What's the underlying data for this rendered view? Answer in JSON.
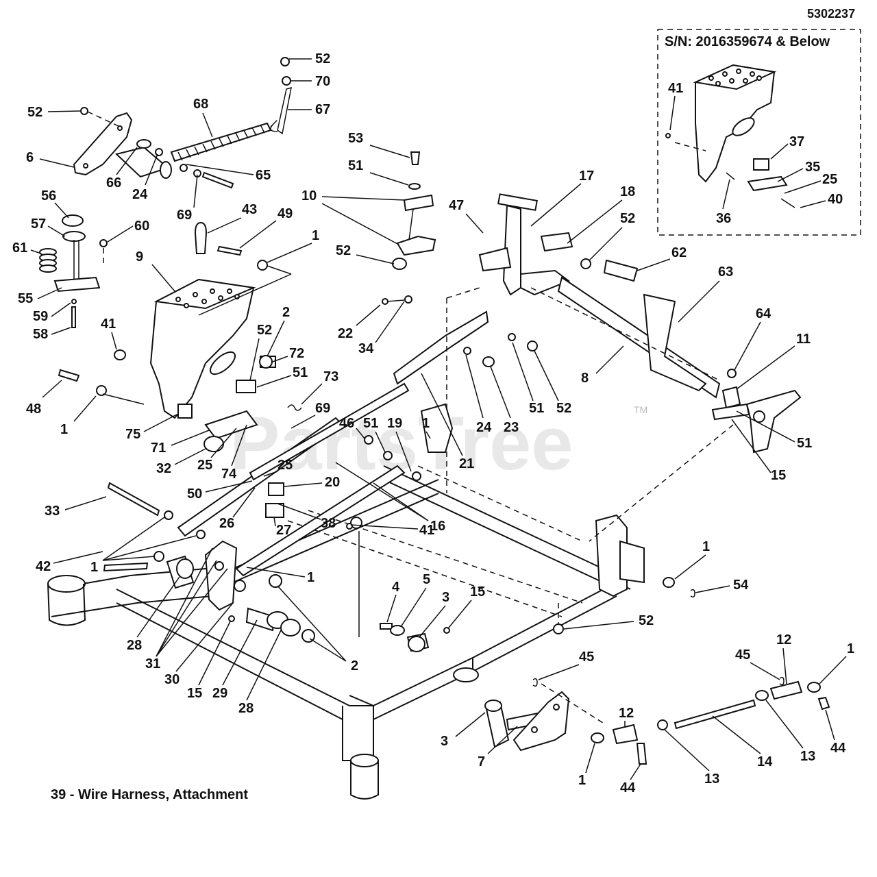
{
  "document_number": "5302237",
  "inset": {
    "title": "S/N: 2016359674 & Below",
    "callouts": [
      "41",
      "37",
      "35",
      "25",
      "40",
      "36"
    ]
  },
  "footnote": "39 - Wire Harness, Attachment",
  "watermark": {
    "text": "PartsTree",
    "trademark": "TM"
  },
  "callouts": [
    "52",
    "70",
    "68",
    "67",
    "52",
    "6",
    "66",
    "24",
    "65",
    "69",
    "56",
    "57",
    "60",
    "61",
    "55",
    "59",
    "58",
    "43",
    "49",
    "1",
    "9",
    "41",
    "2",
    "52",
    "72",
    "51",
    "73",
    "48",
    "1",
    "75",
    "71",
    "32",
    "25",
    "74",
    "69",
    "53",
    "51",
    "10",
    "52",
    "22",
    "34",
    "24",
    "23",
    "21",
    "47",
    "17",
    "18",
    "52",
    "62",
    "63",
    "64",
    "11",
    "8",
    "51",
    "52",
    "15",
    "51",
    "46",
    "51",
    "19",
    "1",
    "25",
    "20",
    "50",
    "26",
    "16",
    "33",
    "42",
    "1",
    "27",
    "38",
    "41",
    "1",
    "28",
    "31",
    "30",
    "15",
    "29",
    "28",
    "2",
    "4",
    "5",
    "3",
    "15",
    "1",
    "54",
    "52",
    "45",
    "12",
    "12",
    "45",
    "1",
    "3",
    "7",
    "13",
    "14",
    "13",
    "44",
    "1",
    "44"
  ]
}
